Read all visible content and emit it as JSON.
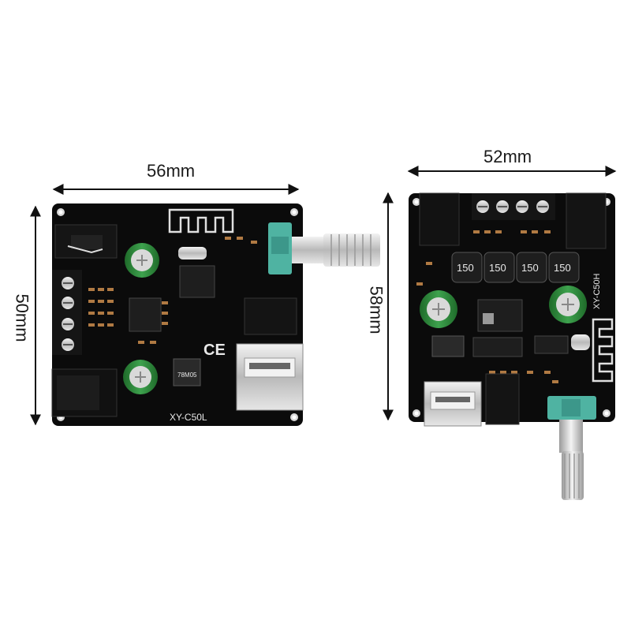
{
  "dimensions": {
    "left_width": "56mm",
    "left_height": "50mm",
    "right_width": "52mm",
    "right_height": "58mm"
  },
  "boards": {
    "left_model": "XY-C50L",
    "right_model": "XY-C50H"
  },
  "markings": {
    "left_regulator": "78M05",
    "left_ce": "CE",
    "inductor": "150"
  },
  "colors": {
    "pcb": "#0b0b0b",
    "knob_body": "#4fb3a2",
    "usb_metal": "#c9c9c9",
    "arrow": "#111111"
  }
}
